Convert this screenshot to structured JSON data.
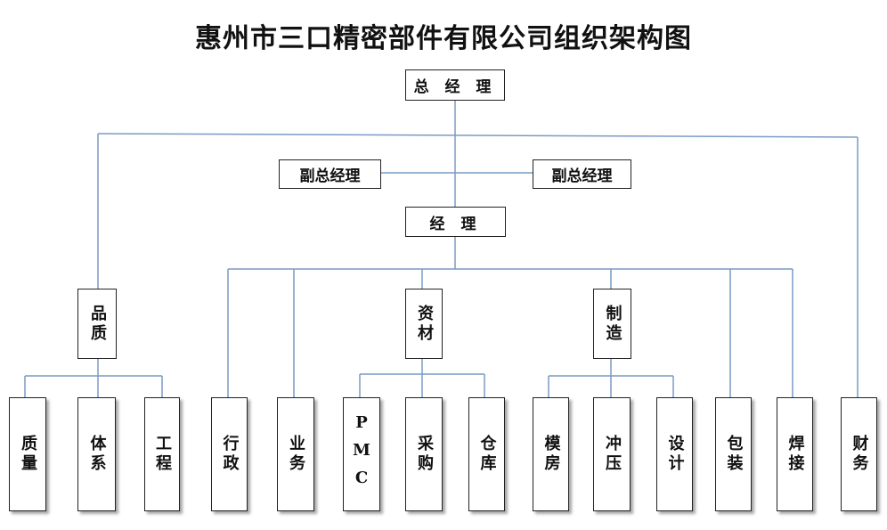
{
  "title": "惠州市三口精密部件有限公司组织架构图",
  "line_color": "#7a9ac4",
  "nodes": {
    "general_manager": "总 经 理",
    "deputy_left": "副总经理",
    "deputy_right": "副总经理",
    "manager": "经 理",
    "quality": "品质",
    "materials": "资材",
    "manufacturing": "制造"
  },
  "leaves": {
    "zhiliang": "质量",
    "tixi": "体系",
    "gongcheng": "工程",
    "xingzheng": "行政",
    "yewu": "业务",
    "pmc": "PMC",
    "caigou": "采购",
    "cangku": "仓库",
    "mufang": "模房",
    "chongya": "冲压",
    "sheji": "设计",
    "baozhuang": "包装",
    "hanjie": "焊接",
    "caiwu": "财务"
  }
}
